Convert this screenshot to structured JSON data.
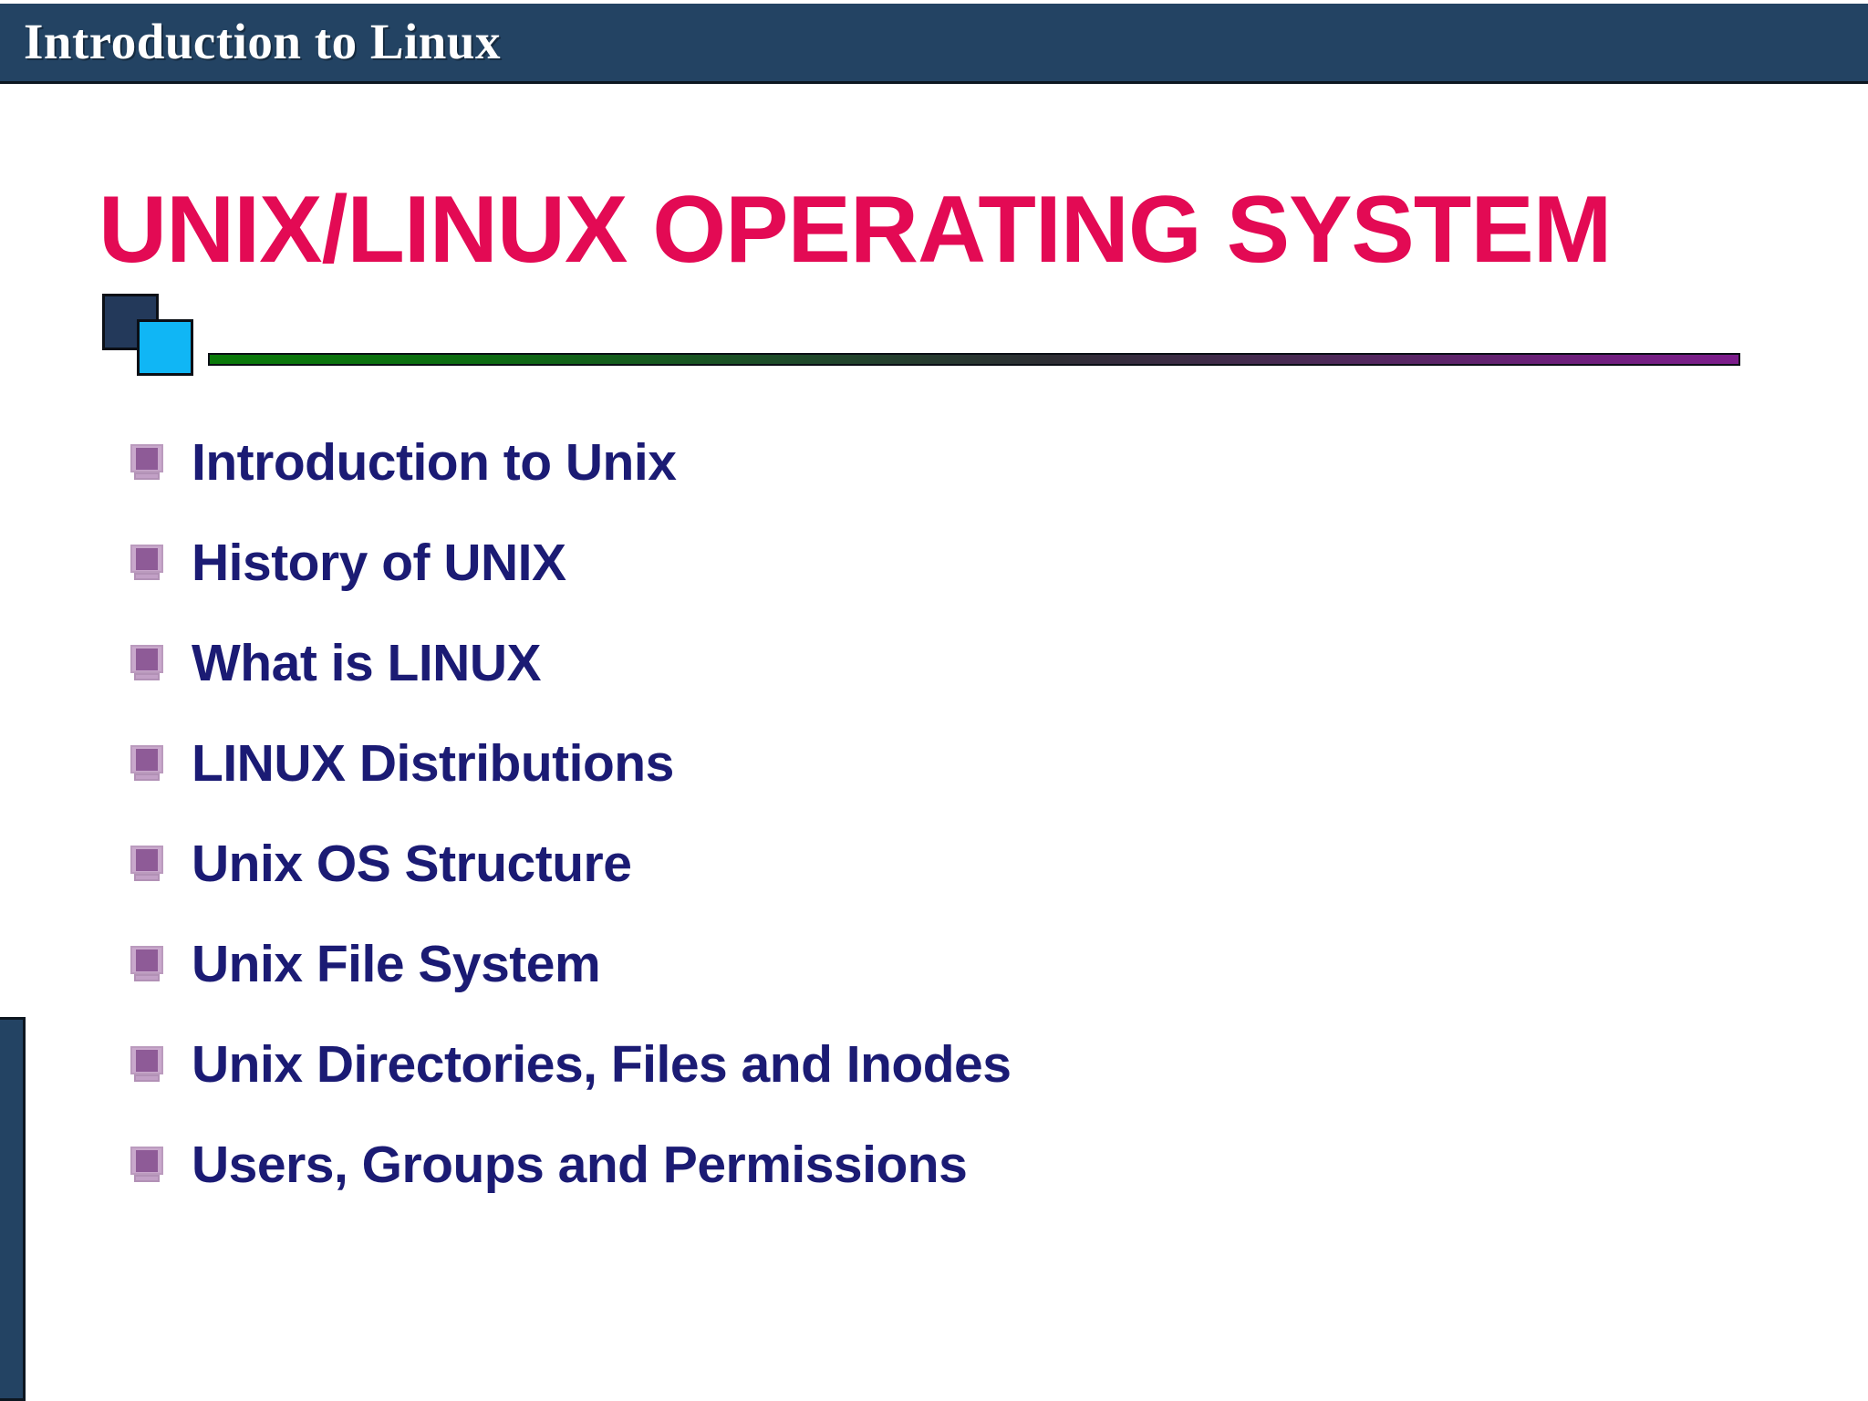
{
  "header": {
    "title": "Introduction to Linux"
  },
  "slide": {
    "title": "UNIX/LINUX OPERATING SYSTEM",
    "bullet_icon_name": "monitor-icon",
    "bullets": [
      {
        "label": "Introduction to Unix"
      },
      {
        "label": "History of UNIX"
      },
      {
        "label": "What is LINUX"
      },
      {
        "label": "LINUX Distributions"
      },
      {
        "label": "Unix OS Structure"
      },
      {
        "label": "Unix File System"
      },
      {
        "label": "Unix Directories, Files and Inodes"
      },
      {
        "label": "Users, Groups and Permissions"
      }
    ]
  },
  "colors": {
    "header_background": "#234363",
    "title_text": "#e30a54",
    "bullet_text": "#1b1b74",
    "deco_square_dark": "#23395a",
    "deco_square_cyan": "#10b6f5",
    "rule_gradient_start": "#0a7a0a",
    "rule_gradient_end": "#7d1d8c",
    "bullet_icon": "#8e5b97",
    "page_background": "#ffffff"
  }
}
